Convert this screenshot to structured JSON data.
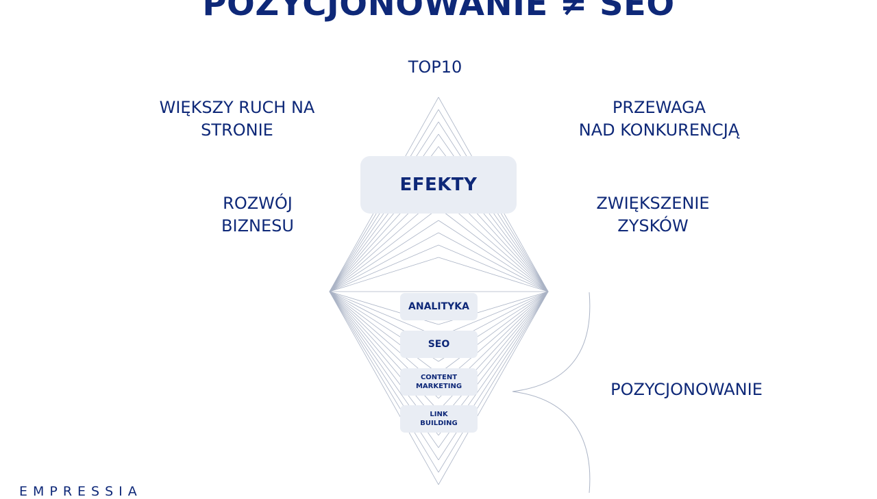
{
  "title": "POZYCJONOWANIE ≠ SEO",
  "top_label": "TOP10",
  "effects": {
    "left_top": [
      "WIĘKSZY RUCH NA",
      "STRONIE"
    ],
    "right_top": [
      "PRZEWAGA",
      "NAD KONKURENCJĄ"
    ],
    "left_mid": [
      "ROZWÓJ",
      "BIZNESU"
    ],
    "right_mid": [
      "ZWIĘKSZENIE",
      "ZYSKÓW"
    ]
  },
  "center_box": "EFEKTY",
  "stages": [
    {
      "lines": [
        "ANALITYKA"
      ]
    },
    {
      "lines": [
        "SEO"
      ]
    },
    {
      "lines": [
        "CONTENT",
        "MARKETING"
      ]
    },
    {
      "lines": [
        "LINK",
        "BUILDING"
      ]
    }
  ],
  "side_label": "POZYCJONOWANIE",
  "brand": "EMPRESSIA",
  "colors": {
    "navy": "#0e2878",
    "box_bg": "#e9edf4",
    "line": "#aab3c5"
  }
}
